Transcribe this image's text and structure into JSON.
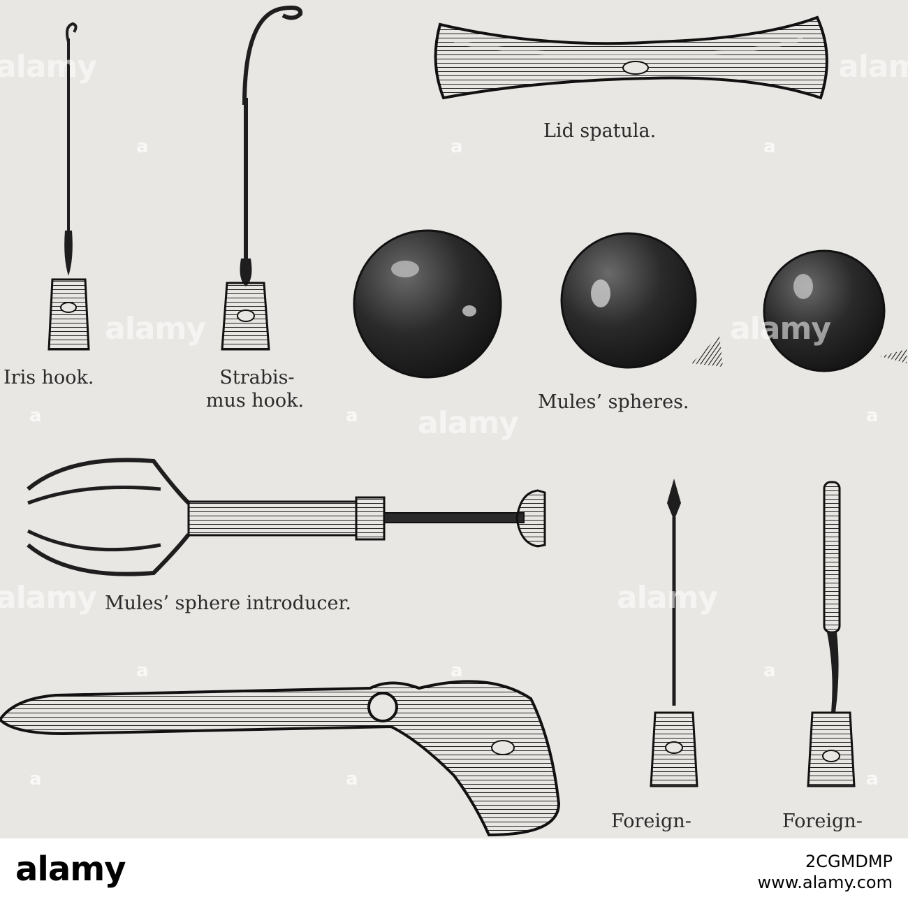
{
  "captions": {
    "iris_hook": "Iris hook.",
    "strabismus_hook_1": "Strabis-",
    "strabismus_hook_2": "mus hook.",
    "lid_spatula": "Lid spatula.",
    "mules_spheres": "Mules’ spheres.",
    "sphere_introducer": "Mules’ sphere introducer.",
    "foreign_1": "Foreign-",
    "foreign_2": "Foreign-"
  },
  "watermark": {
    "text": "alamy",
    "letter": "a"
  },
  "footer": {
    "logo": "alamy",
    "image_id": "2CGMDMP",
    "site": "www.alamy.com"
  },
  "colors": {
    "paper": "#e9e7e3",
    "ink": "#2a2a2a"
  }
}
